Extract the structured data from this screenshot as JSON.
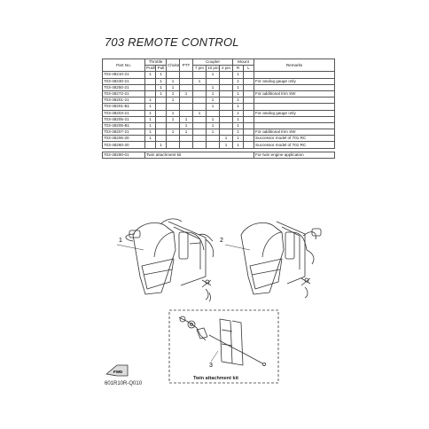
{
  "title": "703 REMOTE CONTROL",
  "table": {
    "headers": {
      "part_no": "Part No.",
      "throttle": "Throttle",
      "push": "Push",
      "pull": "Pull",
      "choke": "Choke",
      "ptt": "PTT",
      "coupler": "Coupler",
      "pin7": "7 pin",
      "pin10": "10 pin",
      "pin2": "2 pin",
      "mount": "Mount",
      "r": "R",
      "l": "L",
      "remarks": "Remarks"
    },
    "rows": [
      {
        "part": "703-48210-21",
        "push": "1",
        "pull": "1",
        "choke": "",
        "ptt": "",
        "p7": "",
        "p10": "1",
        "p2": "",
        "r": "1",
        "l": "",
        "remarks": ""
      },
      {
        "part": "703-48230-21",
        "push": "",
        "pull": "1",
        "choke": "1",
        "ptt": "",
        "p7": "1",
        "p10": "",
        "p2": "",
        "r": "1",
        "l": "",
        "remarks": "For analog gauge only"
      },
      {
        "part": "703-48250-21",
        "push": "",
        "pull": "1",
        "choke": "1",
        "ptt": "",
        "p7": "",
        "p10": "1",
        "p2": "",
        "r": "1",
        "l": "",
        "remarks": ""
      },
      {
        "part": "703-48272-21",
        "push": "",
        "pull": "1",
        "choke": "1",
        "ptt": "1",
        "p7": "",
        "p10": "1",
        "p2": "",
        "r": "1",
        "l": "",
        "remarks": "For additional trim SW"
      },
      {
        "part": "703-48201-21",
        "push": "1",
        "pull": "",
        "choke": "1",
        "ptt": "",
        "p7": "",
        "p10": "1",
        "p2": "",
        "r": "1",
        "l": "",
        "remarks": ""
      },
      {
        "part": "703-48201-B1",
        "push": "1",
        "pull": "",
        "choke": "",
        "ptt": "",
        "p7": "",
        "p10": "1",
        "p2": "",
        "r": "1",
        "l": "",
        "remarks": ""
      },
      {
        "part": "703-48203-21",
        "push": "1",
        "pull": "",
        "choke": "1",
        "ptt": "",
        "p7": "1",
        "p10": "",
        "p2": "",
        "r": "1",
        "l": "",
        "remarks": "For analog gauge only"
      },
      {
        "part": "703-48205-21",
        "push": "1",
        "pull": "",
        "choke": "1",
        "ptt": "1",
        "p7": "",
        "p10": "1",
        "p2": "",
        "r": "1",
        "l": "",
        "remarks": ""
      },
      {
        "part": "703-48205-B1",
        "push": "1",
        "pull": "",
        "choke": "",
        "ptt": "1",
        "p7": "",
        "p10": "1",
        "p2": "",
        "r": "1",
        "l": "",
        "remarks": ""
      },
      {
        "part": "703-48207-21",
        "push": "1",
        "pull": "",
        "choke": "1",
        "ptt": "1",
        "p7": "",
        "p10": "1",
        "p2": "",
        "r": "1",
        "l": "",
        "remarks": "For additional trim SW"
      },
      {
        "part": "703-48206-20",
        "push": "1",
        "pull": "",
        "choke": "",
        "ptt": "",
        "p7": "",
        "p10": "",
        "p2": "1",
        "r": "1",
        "l": "",
        "remarks": "Successor model of 701 RC"
      },
      {
        "part": "703-48260-20",
        "push": "",
        "pull": "1",
        "choke": "",
        "ptt": "",
        "p7": "",
        "p10": "",
        "p2": "1",
        "r": "1",
        "l": "",
        "remarks": "Successor model of 701 RC"
      }
    ],
    "kit_row": {
      "part": "703-48290-01",
      "desc": "Twin attachment kit",
      "remarks": "For twin engine application"
    }
  },
  "callouts": {
    "one": "1",
    "two": "2",
    "three": "3"
  },
  "fwd_label": "FWD",
  "kit_label": "Twin attachment kit",
  "figure_code": "601R10R-Q010"
}
